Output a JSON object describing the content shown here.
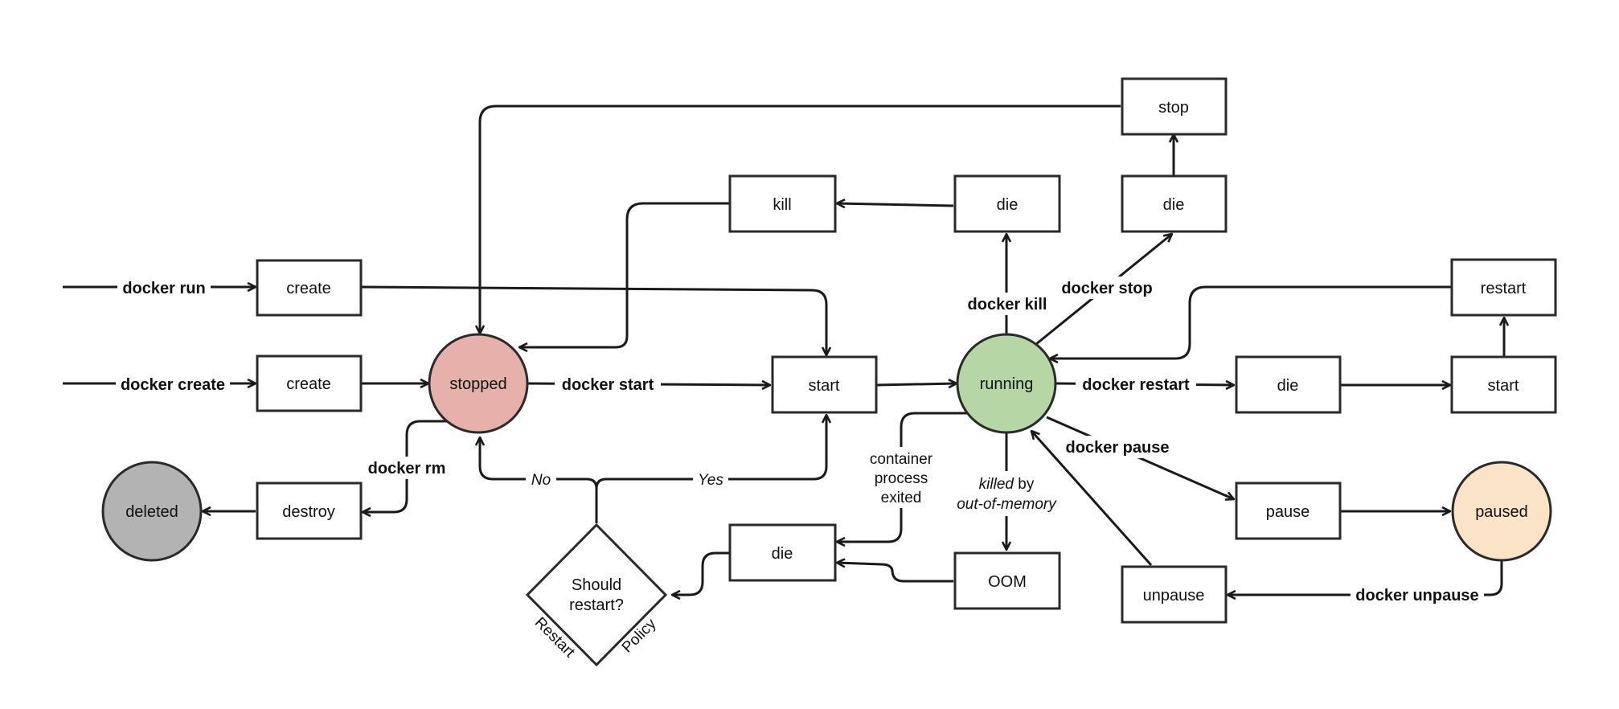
{
  "colors": {
    "stopped": "#e6b1aa",
    "running": "#b6d7a5",
    "deleted": "#b3b3b3",
    "paused": "#fbe3c8",
    "stroke": "#2a2a2a"
  },
  "states": {
    "stopped": "stopped",
    "running": "running",
    "deleted": "deleted",
    "paused": "paused"
  },
  "events": {
    "create_run": "create",
    "create_create": "create",
    "start": "start",
    "kill": "kill",
    "die_kill": "die",
    "die_stop": "die",
    "stop": "stop",
    "restart": "restart",
    "die_restart": "die",
    "start_restart": "start",
    "pause": "pause",
    "unpause": "unpause",
    "oom": "OOM",
    "die_exit": "die",
    "destroy": "destroy"
  },
  "decision": {
    "line1": "Should",
    "line2": "restart?",
    "side_left": "Restart",
    "side_right": "Policy",
    "no": "No",
    "yes": "Yes"
  },
  "commands": {
    "docker_run": "docker run",
    "docker_create": "docker create",
    "docker_start": "docker start",
    "docker_kill": "docker kill",
    "docker_stop": "docker stop",
    "docker_restart": "docker restart",
    "docker_pause": "docker pause",
    "docker_unpause": "docker unpause",
    "docker_rm": "docker rm"
  },
  "annotations": {
    "exited_1": "container",
    "exited_2": "process",
    "exited_3": "exited",
    "oom_1_italic": "killed",
    "oom_1_plain": " by",
    "oom_2": "out-of-memory"
  }
}
